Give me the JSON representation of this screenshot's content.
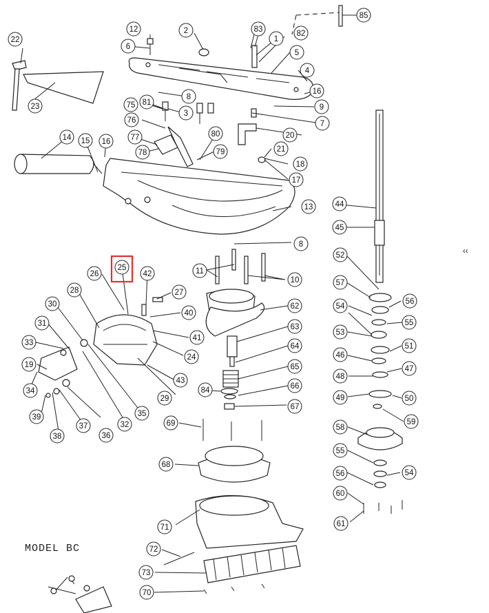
{
  "diagram": {
    "model_label": "MODEL BC",
    "margin_mark": "‹‹",
    "highlight_color": "#e03030",
    "highlighted_callout": "25",
    "callouts": {
      "c1": "1",
      "c2": "2",
      "c3": "3",
      "c4": "4",
      "c5": "5",
      "c6": "6",
      "c6b": "6",
      "c7": "7",
      "c8": "8",
      "c8b": "8",
      "c9": "9",
      "c10": "10",
      "c11": "11",
      "c12": "12",
      "c13": "13",
      "c14": "14",
      "c15": "15",
      "c16": "16",
      "c17": "17",
      "c18": "18",
      "c19": "19",
      "c20": "20",
      "c21": "21",
      "c22": "22",
      "c23": "23",
      "c24": "24",
      "c25": "25",
      "c26": "26",
      "c27": "27",
      "c28": "28",
      "c29": "29",
      "c30": "30",
      "c31": "31",
      "c32": "32",
      "c33": "33",
      "c34": "34",
      "c35": "35",
      "c36": "36",
      "c37": "37",
      "c38": "38",
      "c39": "39",
      "c40": "40",
      "c41": "41",
      "c42": "42",
      "c43": "43",
      "c44": "44",
      "c45": "45",
      "c46": "46",
      "c47": "47",
      "c48": "48",
      "c49": "49",
      "c50": "50",
      "c51": "51",
      "c52": "52",
      "c53": "53",
      "c54": "54",
      "c54b": "54",
      "c55": "55",
      "c55b": "55",
      "c56": "56",
      "c56b": "56",
      "c57": "57",
      "c58": "58",
      "c59": "59",
      "c60": "60",
      "c61": "61",
      "c62": "62",
      "c63": "63",
      "c64": "64",
      "c65": "65",
      "c66": "66",
      "c67": "67",
      "c68": "68",
      "c69": "69",
      "c70": "70",
      "c71": "71",
      "c72": "72",
      "c73": "73",
      "c75": "75",
      "c76": "76",
      "c77": "77",
      "c78": "78",
      "c79": "79",
      "c80": "80",
      "c81": "81",
      "c82": "82",
      "c83": "83",
      "c84": "84",
      "c85": "85"
    }
  }
}
